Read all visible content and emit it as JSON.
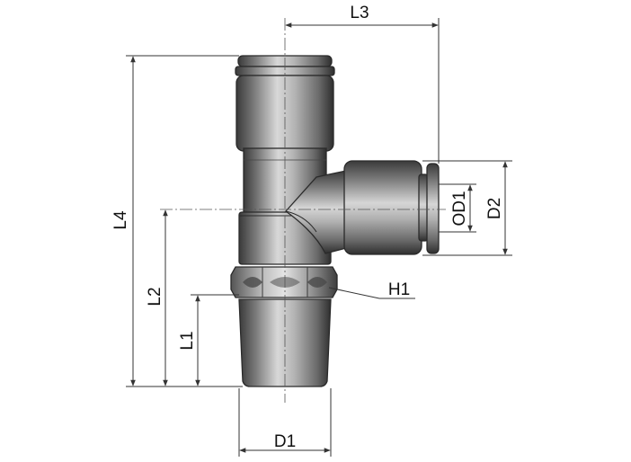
{
  "figure": {
    "type": "technical-drawing",
    "subject": "push-in tee fitting with male thread",
    "colors": {
      "metal_dark": "#3b3b3b",
      "metal_mid": "#8a8a8a",
      "metal_light": "#d6d6d6",
      "dimension_line": "#333333",
      "background": "#ffffff"
    }
  },
  "labels": {
    "L3": "L3",
    "L4": "L4",
    "L2": "L2",
    "L1": "L1",
    "D1": "D1",
    "D2": "D2",
    "OD1": "OD1",
    "H1": "H1"
  }
}
